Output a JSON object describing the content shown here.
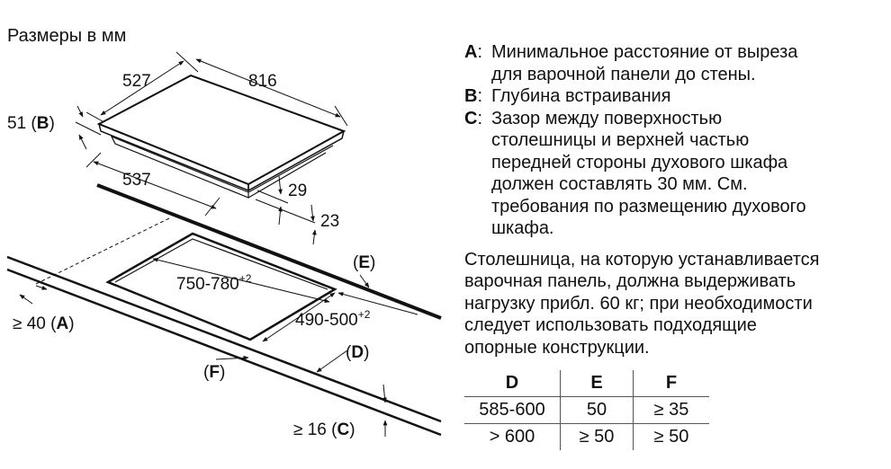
{
  "units_label": "Размеры в мм",
  "dimensions": {
    "width_top": "527",
    "width_total": "816",
    "depth_b_value": "51 (",
    "depth_b_letter": "B",
    "depth_b_close": ")",
    "width_bottom": "537",
    "edge_29": "29",
    "edge_23": "23",
    "cutout_width": "750-780",
    "cutout_width_tol": "+2",
    "cutout_depth": "490-500",
    "cutout_depth_tol": "+2",
    "label_e_open": "(",
    "label_e": "E",
    "label_e_close": ")",
    "label_a_value": "≥ 40 (",
    "label_a": "A",
    "label_a_close": ")",
    "label_d_open": "(",
    "label_d": "D",
    "label_d_close": ")",
    "label_f_open": "(",
    "label_f": "F",
    "label_f_close": ")",
    "label_c_value": "≥ 16 (",
    "label_c": "C",
    "label_c_close": ")"
  },
  "legend": [
    {
      "key": "A",
      "sep": ":",
      "lines": [
        "Минимальное расстояние от выреза",
        "для варочной панели до стены."
      ]
    },
    {
      "key": "B",
      "sep": ":",
      "lines": [
        "Глубина встраивания"
      ]
    },
    {
      "key": "C",
      "sep": ":",
      "lines": [
        "Зазор между поверхностью",
        "столешницы и верхней частью",
        "передней стороны духового шкафа",
        "должен составлять 30 мм. См.",
        "требования по размещению духового",
        "шкафа."
      ]
    }
  ],
  "note_lines": [
    "Столешница, на которую устанавливается",
    "варочная панель, должна выдерживать",
    "нагрузку прибл. 60 кг; при необходимости",
    "следует использовать подходящие",
    "опорные конструкции."
  ],
  "table": {
    "headers": [
      "D",
      "E",
      "F"
    ],
    "rows": [
      [
        "585-600",
        "50",
        "≥ 35"
      ],
      [
        "> 600",
        "≥ 50",
        "≥ 50"
      ]
    ]
  }
}
